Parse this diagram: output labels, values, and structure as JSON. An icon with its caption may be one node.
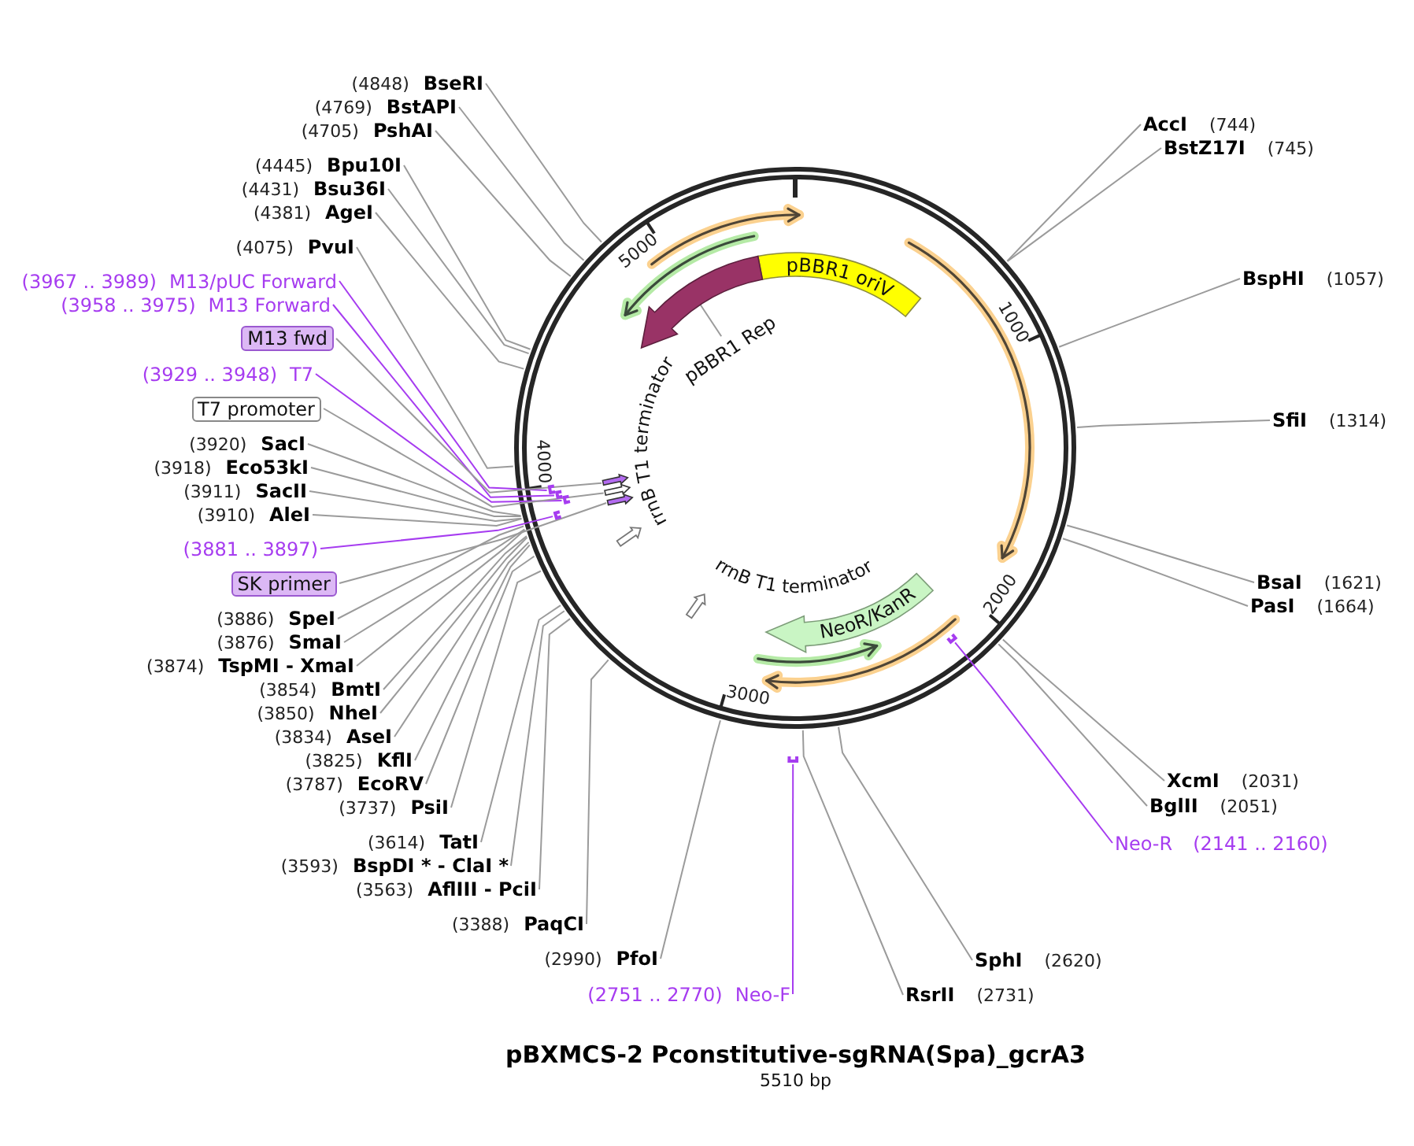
{
  "diagram": {
    "title": "pBXMCS-2 Pconstitutive-sgRNA(Spa)_gcrA3",
    "caption": "5510 bp",
    "nodes": [
      {
        "text": [
          "(4848)",
          "BseRI"
        ]
      },
      {
        "text": [
          "(4769)",
          "BstAPI"
        ]
      },
      {
        "text": [
          "(4705)",
          "PshAI"
        ]
      },
      {
        "text": [
          "(4445)",
          "Bpu10I"
        ]
      },
      {
        "text": [
          "(4431)",
          "Bsu36I"
        ]
      },
      {
        "text": [
          "(4381)",
          "AgeI"
        ]
      },
      {
        "text": [
          "(4075)",
          "PvuI"
        ]
      },
      {
        "text": [
          "(3967 .. 3989)",
          "M13/pUC Forward"
        ]
      },
      {
        "text": [
          "(3958 .. 3975)",
          "M13 Forward"
        ]
      },
      {
        "text": [
          "M13 fwd"
        ]
      },
      {
        "text": [
          "(3929 .. 3948)",
          "T7"
        ]
      },
      {
        "text": [
          "T7 promoter"
        ]
      },
      {
        "text": [
          "(3920)",
          "SacI"
        ]
      },
      {
        "text": [
          "(3918)",
          "Eco53kI"
        ]
      },
      {
        "text": [
          "(3911)",
          "SacII"
        ]
      },
      {
        "text": [
          "(3910)",
          "AleI"
        ]
      },
      {
        "text": [
          "(3881 .. 3897)"
        ]
      },
      {
        "text": [
          "SK primer"
        ]
      },
      {
        "text": [
          "(3886)",
          "SpeI"
        ]
      },
      {
        "text": [
          "(3876)",
          "SmaI"
        ]
      },
      {
        "text": [
          "(3874)",
          "TspMI - XmaI"
        ]
      },
      {
        "text": [
          "(3854)",
          "BmtI"
        ]
      },
      {
        "text": [
          "(3850)",
          "NheI"
        ]
      },
      {
        "text": [
          "(3834)",
          "AseI"
        ]
      },
      {
        "text": [
          "(3825)",
          "KflI"
        ]
      },
      {
        "text": [
          "(3787)",
          "EcoRV"
        ]
      },
      {
        "text": [
          "(3737)",
          "PsiI"
        ]
      },
      {
        "text": [
          "(3614)",
          "TatI"
        ]
      },
      {
        "text": [
          "(3593)",
          "BspDI * - ClaI *"
        ]
      },
      {
        "text": [
          "(3563)",
          "AflIII - PciI"
        ]
      },
      {
        "text": [
          "(3388)",
          "PaqCI"
        ]
      },
      {
        "text": [
          "(2990)",
          "PfoI"
        ]
      },
      {
        "text": [
          "(2751 .. 2770)",
          "Neo-F"
        ]
      },
      {
        "text": [
          "RsrII",
          "(2731)"
        ]
      },
      {
        "text": [
          "SphI",
          "(2620)"
        ]
      },
      {
        "text": [
          "AccI",
          "(744)"
        ]
      },
      {
        "text": [
          "BstZ17I",
          "(745)"
        ]
      },
      {
        "text": [
          "BspHI",
          "(1057)"
        ]
      },
      {
        "text": [
          "SfiI",
          "(1314)"
        ]
      },
      {
        "text": [
          "BsaI",
          "(1621)"
        ]
      },
      {
        "text": [
          "PasI",
          "(1664)"
        ]
      },
      {
        "text": [
          "XcmI",
          "(2031)"
        ]
      },
      {
        "text": [
          "BglII",
          "(2051)"
        ]
      },
      {
        "text": [
          "Neo-R",
          "(2141 .. 2160)"
        ]
      },
      {
        "text": [
          "pBBR1 oriV"
        ]
      },
      {
        "text": [],
        "shape": "arrow"
      },
      {
        "text": [
          "pBBR1 Rep"
        ]
      },
      {
        "text": [
          "rrnB T1 terminator"
        ]
      },
      {
        "text": [
          "rrnB T1 terminator"
        ]
      },
      {
        "text": [
          "NeoR/KanR"
        ]
      },
      {
        "text": [],
        "shape": "arrow"
      },
      {
        "text": [],
        "shape": "arrow"
      },
      {
        "text": [],
        "shape": "arrow"
      },
      {
        "text": [],
        "shape": "bar"
      },
      {
        "text": [],
        "shape": "bar"
      },
      {
        "text": [],
        "shape": "bar"
      },
      {
        "text": [],
        "shape": "bar"
      },
      {
        "text": [],
        "shape": "bar"
      },
      {
        "text": [],
        "shape": "bar"
      }
    ],
    "edges": [
      {
        "from": 0,
        "to": null,
        "arrow": "none"
      },
      {
        "from": 1,
        "to": null,
        "arrow": "none"
      },
      {
        "from": 2,
        "to": null,
        "arrow": "none"
      },
      {
        "from": 3,
        "to": null,
        "arrow": "none"
      },
      {
        "from": 4,
        "to": null,
        "arrow": "none"
      },
      {
        "from": 5,
        "to": null,
        "arrow": "none"
      },
      {
        "from": 6,
        "to": null,
        "arrow": "none"
      },
      {
        "from": 7,
        "to": 53,
        "arrow": "none",
        "color": "#a63cf0"
      },
      {
        "from": 8,
        "to": 54,
        "arrow": "none",
        "color": "#a63cf0"
      },
      {
        "from": 9,
        "to": 50,
        "arrow": "none"
      },
      {
        "from": 10,
        "to": 55,
        "arrow": "none",
        "color": "#a63cf0"
      },
      {
        "from": 11,
        "to": 51,
        "arrow": "none"
      },
      {
        "from": 12,
        "to": null,
        "arrow": "none"
      },
      {
        "from": 13,
        "to": null,
        "arrow": "none"
      },
      {
        "from": 14,
        "to": null,
        "arrow": "none"
      },
      {
        "from": 15,
        "to": null,
        "arrow": "none"
      },
      {
        "from": 16,
        "to": 56,
        "arrow": "none",
        "color": "#a63cf0"
      },
      {
        "from": 17,
        "to": 52,
        "arrow": "none"
      },
      {
        "from": 18,
        "to": null,
        "arrow": "none"
      },
      {
        "from": 19,
        "to": null,
        "arrow": "none"
      },
      {
        "from": 20,
        "to": null,
        "arrow": "none"
      },
      {
        "from": 21,
        "to": null,
        "arrow": "none"
      },
      {
        "from": 22,
        "to": null,
        "arrow": "none"
      },
      {
        "from": 23,
        "to": null,
        "arrow": "none"
      },
      {
        "from": 24,
        "to": null,
        "arrow": "none"
      },
      {
        "from": 25,
        "to": null,
        "arrow": "none"
      },
      {
        "from": 26,
        "to": null,
        "arrow": "none"
      },
      {
        "from": 27,
        "to": null,
        "arrow": "none"
      },
      {
        "from": 28,
        "to": null,
        "arrow": "none"
      },
      {
        "from": 29,
        "to": null,
        "arrow": "none"
      },
      {
        "from": 30,
        "to": null,
        "arrow": "none"
      },
      {
        "from": 31,
        "to": null,
        "arrow": "none"
      },
      {
        "from": 32,
        "to": 58,
        "arrow": "none",
        "color": "#a63cf0"
      },
      {
        "from": 33,
        "to": null,
        "arrow": "none"
      },
      {
        "from": 34,
        "to": null,
        "arrow": "none"
      },
      {
        "from": 35,
        "to": null,
        "arrow": "none"
      },
      {
        "from": 36,
        "to": null,
        "arrow": "none"
      },
      {
        "from": 37,
        "to": null,
        "arrow": "none"
      },
      {
        "from": 38,
        "to": null,
        "arrow": "none"
      },
      {
        "from": 39,
        "to": null,
        "arrow": "none"
      },
      {
        "from": 40,
        "to": null,
        "arrow": "none"
      },
      {
        "from": 41,
        "to": null,
        "arrow": "none"
      },
      {
        "from": 42,
        "to": null,
        "arrow": "none"
      },
      {
        "from": 43,
        "to": 57,
        "arrow": "none",
        "color": "#a63cf0"
      },
      {
        "from": 46,
        "to": 45,
        "arrow": "none"
      }
    ],
    "labels": [
      "5000",
      "1000",
      "4000",
      "2000",
      "3000"
    ]
  }
}
